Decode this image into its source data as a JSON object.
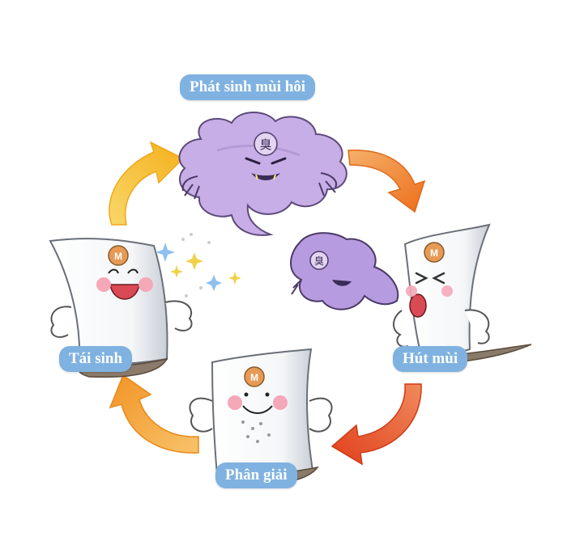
{
  "cycle": {
    "steps": [
      {
        "label": "Phát sinh mùi hôi",
        "character": "odor-cloud"
      },
      {
        "label": "Hút mùi",
        "character": "paper-absorbing"
      },
      {
        "label": "Phân giải",
        "character": "paper-flexing"
      },
      {
        "label": "Tái sinh",
        "character": "paper-happy"
      }
    ],
    "badge_letter": "M",
    "odor_glyph": "臭",
    "colors": {
      "label_bg": "#7fb2e0",
      "label_text": "#ffffff",
      "odor_cloud": "#c7aee6",
      "arrow_top_left": "#f5bd2a",
      "arrow_top_right": "#ef8a2a",
      "arrow_bottom_right": "#e85a24",
      "arrow_bottom_left": "#f3a233",
      "badge": "#e69a55",
      "cheek": "#f4a8b8"
    }
  }
}
